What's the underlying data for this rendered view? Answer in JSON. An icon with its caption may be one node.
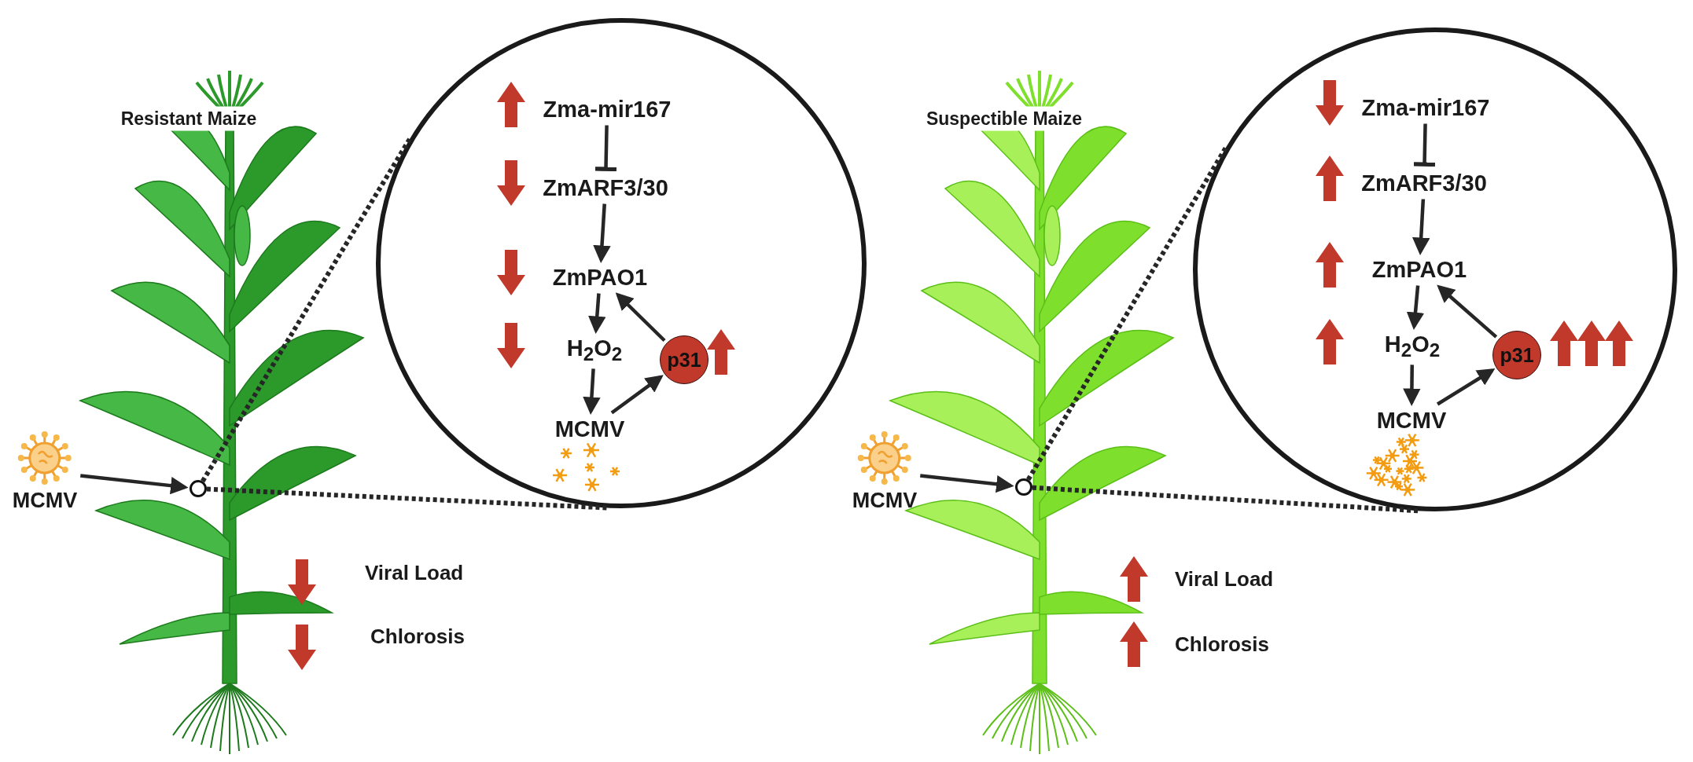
{
  "diagram": {
    "nodes": [
      {
        "text": [],
        "shape": "circle"
      },
      {
        "text": [
          "Zma-mir167"
        ],
        "in": 0
      },
      {
        "text": [
          "ZmARF3/30"
        ],
        "in": 0
      },
      {
        "text": [
          "ZmPAO1"
        ],
        "in": 0
      },
      {
        "text": [
          "H$_{2}$O$_{2}$"
        ],
        "in": 0
      },
      {
        "text": [
          "MCMV"
        ],
        "in": 0
      },
      {
        "text": [
          "p31"
        ],
        "in": 0
      },
      {
        "text": [
          "MCMV"
        ]
      },
      {
        "text": [],
        "shape": "circle"
      },
      {
        "text": [],
        "shape": "circle"
      },
      {
        "text": [
          "Zma-mir167"
        ],
        "in": 9
      },
      {
        "text": [
          "ZmARF3/30"
        ],
        "in": 9
      },
      {
        "text": [
          "ZmPAO1"
        ],
        "in": 9
      },
      {
        "text": [
          "H$_{2}$O$_{2}$"
        ],
        "in": 9
      },
      {
        "text": [
          "MCMV"
        ],
        "in": 9
      },
      {
        "text": [
          "p31"
        ],
        "in": 9
      },
      {
        "text": [
          "MCMV"
        ]
      },
      {
        "text": [],
        "shape": "circle"
      }
    ],
    "edges": [
      {
        "from": 1,
        "to": 2,
        "arrow": "other"
      },
      {
        "from": 2,
        "to": 3,
        "arrow": "to"
      },
      {
        "from": 3,
        "to": 4,
        "arrow": "to"
      },
      {
        "from": 4,
        "to": 5,
        "arrow": "to"
      },
      {
        "from": 5,
        "to": 6,
        "arrow": "to"
      },
      {
        "from": 6,
        "to": 3,
        "arrow": "to"
      },
      {
        "from": 7,
        "to": 8,
        "arrow": "to"
      },
      {
        "from": 8,
        "to": 0,
        "arrow": "none",
        "style": "dashed"
      },
      {
        "from": 8,
        "to": 0,
        "arrow": "none",
        "style": "dashed"
      },
      {
        "from": 10,
        "to": 11,
        "arrow": "other"
      },
      {
        "from": 11,
        "to": 12,
        "arrow": "to"
      },
      {
        "from": 12,
        "to": 13,
        "arrow": "to"
      },
      {
        "from": 13,
        "to": 14,
        "arrow": "to"
      },
      {
        "from": 14,
        "to": 15,
        "arrow": "to"
      },
      {
        "from": 15,
        "to": 12,
        "arrow": "to"
      },
      {
        "from": 16,
        "to": 17,
        "arrow": "to"
      },
      {
        "from": 17,
        "to": 9,
        "arrow": "none",
        "style": "dashed"
      },
      {
        "from": 17,
        "to": 9,
        "arrow": "none",
        "style": "dashed"
      }
    ],
    "labels": [
      "Resistant Maize",
      "Suspectible Maize",
      "Viral Load",
      "Viral Load",
      "Chlorosis",
      "Chlorosis"
    ]
  }
}
